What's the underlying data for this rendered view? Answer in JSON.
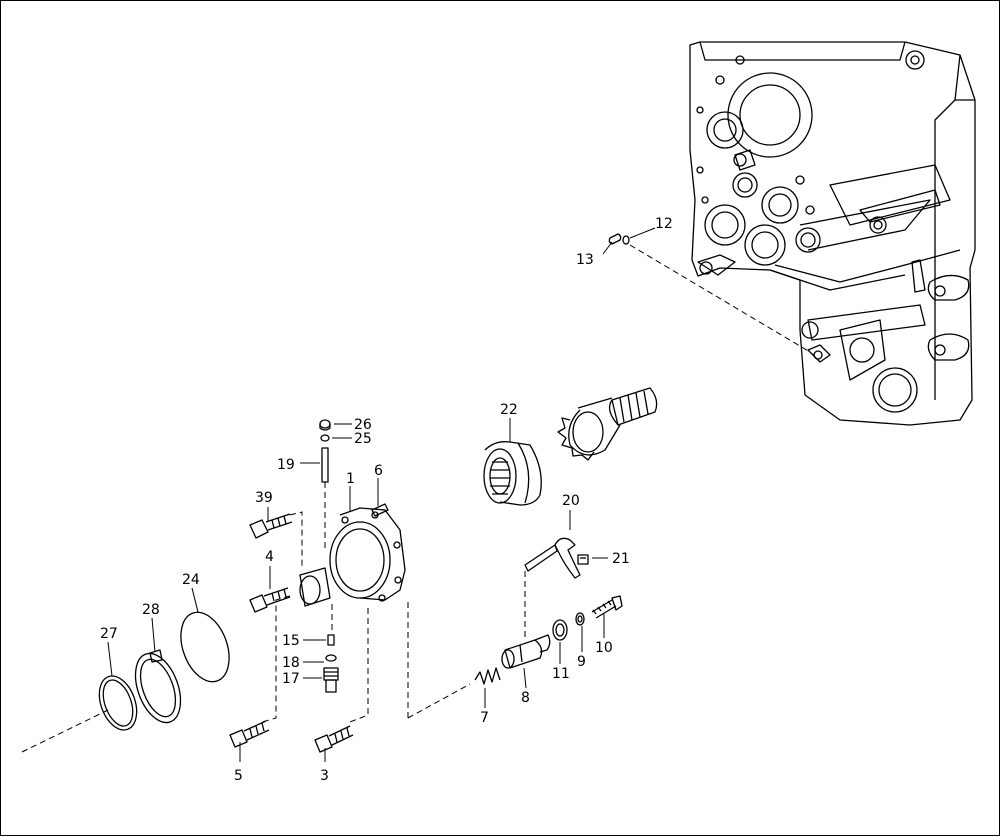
{
  "diagram": {
    "labels": {
      "p1": "1",
      "p3": "3",
      "p4": "4",
      "p5": "5",
      "p6": "6",
      "p7": "7",
      "p8": "8",
      "p9": "9",
      "p10": "10",
      "p11": "11",
      "p12": "12",
      "p13": "13",
      "p15": "15",
      "p17": "17",
      "p18": "18",
      "p19": "19",
      "p20": "20",
      "p21": "21",
      "p22": "22",
      "p24": "24",
      "p25": "25",
      "p26": "26",
      "p27": "27",
      "p28": "28",
      "p39": "39"
    }
  }
}
